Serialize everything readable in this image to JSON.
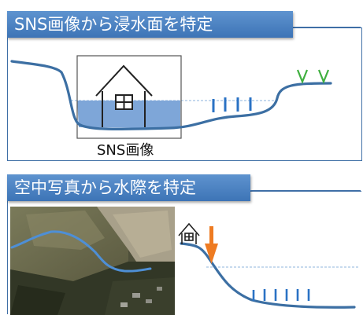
{
  "panel_top": {
    "title": "SNS画像から浸水面を特定",
    "caption": "SNS画像"
  },
  "panel_bottom": {
    "title": "空中写真から水際を特定"
  },
  "icons": {
    "house": "house-icon",
    "vegetation": "grass-v-icon",
    "piles": "pile-marks-icon",
    "arrow": "down-arrow-icon"
  },
  "colors": {
    "title_fill": "#4a80c0",
    "frame": "#3f6fa6",
    "terrain_line": "#3c6fa3",
    "water_fill": "#7ea6d8",
    "pile_marks": "#2a72c4",
    "grass": "#3faf3f",
    "arrow": "#ee7b22"
  }
}
